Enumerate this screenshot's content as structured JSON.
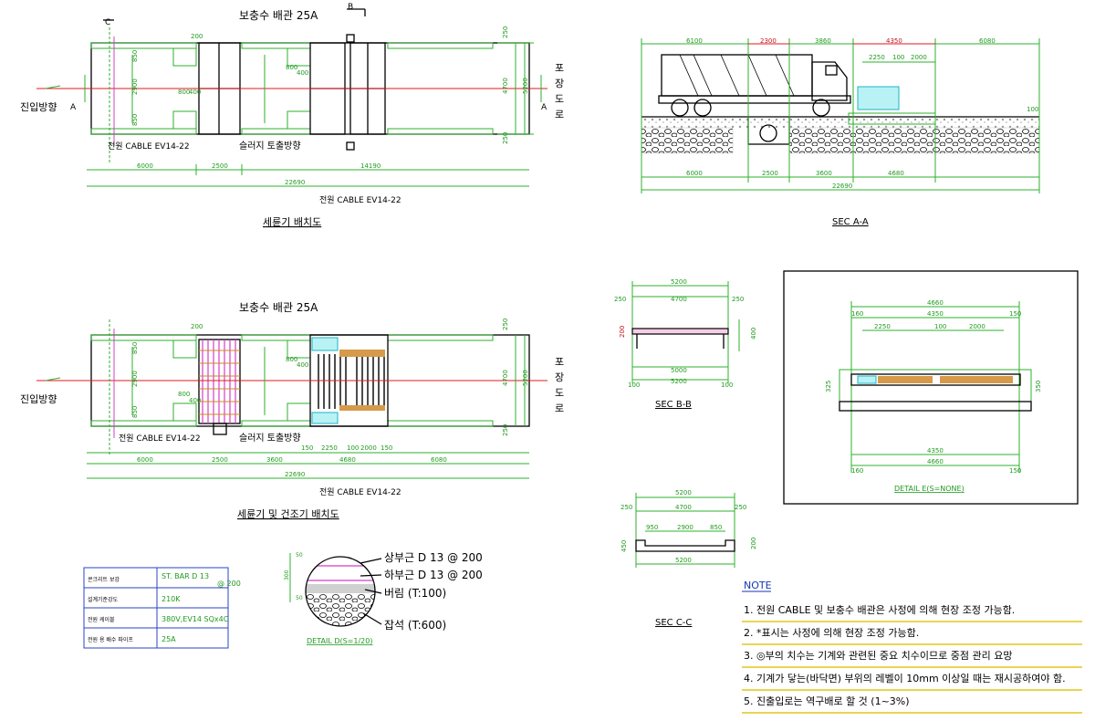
{
  "top_plan": {
    "label_pipe": "보충수 배관 25A",
    "label_entry": "진입방향",
    "label_road": [
      "포",
      "장",
      "도",
      "로"
    ],
    "section_c": "C",
    "section_b": "B",
    "section_a": "A",
    "label_cable": "전원 CABLE EV14-22",
    "label_slurry": "슬러지 토출방향",
    "label_cable_bottom": "전원 CABLE EV14-22",
    "dims_bottom": [
      "6000",
      "2500",
      "14190"
    ],
    "dim_total": "22690",
    "dims_right": [
      "250",
      "4700",
      "5200",
      "250"
    ],
    "dims_mid": [
      "850",
      "2900",
      "850",
      "800",
      "400",
      "800",
      "400",
      "200"
    ],
    "title": "세륜기 배치도"
  },
  "sec_aa": {
    "dims_top": [
      "6100",
      "2300",
      "3860",
      "4350",
      "6080"
    ],
    "dims_sub": [
      "2250",
      "100",
      "2000"
    ],
    "dims_bottom": [
      "6000",
      "2500",
      "3600",
      "4680"
    ],
    "dim_total": "22690",
    "side_label": "100",
    "title": "SEC A-A"
  },
  "second_plan": {
    "label_pipe": "보충수 배관 25A",
    "label_entry": "진입방향",
    "label_road": [
      "포",
      "장",
      "도",
      "로"
    ],
    "label_cable": "전원 CABLE EV14-22",
    "label_slurry": "슬러지 토출방향",
    "label_cable_bottom": "전원 CABLE EV14-22",
    "dims_sub": [
      "150",
      "2250",
      "100",
      "2000",
      "150"
    ],
    "dims_bottom": [
      "6000",
      "2500",
      "3600",
      "4680",
      "6080"
    ],
    "dim_total": "22690",
    "dims_right": [
      "250",
      "4700",
      "5200",
      "250"
    ],
    "dims_mid": [
      "850",
      "2900",
      "850",
      "800",
      "400",
      "800",
      "400",
      "200"
    ],
    "title": "세륜기 및 건조기 배치도"
  },
  "sec_bb": {
    "dims_top": [
      "5200",
      "250",
      "4700",
      "250"
    ],
    "dims_bottom": [
      "5000",
      "5200",
      "100",
      "100"
    ],
    "dims_side": [
      "200",
      "400"
    ],
    "title": "SEC B-B"
  },
  "sec_cc": {
    "dims_top": [
      "5200",
      "250",
      "4700",
      "250"
    ],
    "dims_mid": [
      "950",
      "2900",
      "850"
    ],
    "dims_bottom": [
      "5200"
    ],
    "dims_side": [
      "450",
      "200"
    ],
    "title": "SEC C-C"
  },
  "detail_e": {
    "dims_top": [
      "4660",
      "160",
      "4350",
      "150"
    ],
    "dims_sub": [
      "2250",
      "100",
      "2000"
    ],
    "dims_bottom": [
      "4350",
      "4660",
      "160",
      "150"
    ],
    "dims_side": [
      "325",
      "350"
    ],
    "title": "DETAIL E(S=NONE)"
  },
  "spec_table": {
    "rows": [
      {
        "label": "콘크리트 보강",
        "value": "ST. BAR D 13",
        "extra": "@ 200"
      },
      {
        "label": "설계기준강도",
        "value": "210K",
        "extra": ""
      },
      {
        "label": "전원 케이블",
        "value": "380V,EV14 SQx4C",
        "extra": ""
      },
      {
        "label": "전원 용 배수 파이프",
        "value": "25A",
        "extra": ""
      }
    ]
  },
  "detail_d": {
    "label_upper": "상부근 D 13 @ 200",
    "label_lower": "하부근 D 13 @ 200",
    "label_concrete": "버림 (T:100)",
    "label_gravel": "잡석 (T:600)",
    "dims": [
      "50",
      "300",
      "50"
    ],
    "title": "DETAIL   D(S=1/20)"
  },
  "notes": {
    "heading": "NOTE",
    "items": [
      "1. 전원 CABLE 및 보충수 배관은 사정에 의해 현장 조정 가능함.",
      "2. *표시는 사정에 의해 현장 조정 가능함.",
      "3. ◎부의 치수는 기계와 관련된 중요 치수이므로 중점 관리 요망",
      "4. 기계가 닿는(바닥면) 부위의 레벨이 10mm 이상일 때는 재시공하여야 함.",
      "5. 진출입로는 역구배로 할 것 (1~3%)"
    ]
  },
  "colors": {
    "dimension": "#2db12d",
    "outline": "#000000",
    "centerline": "#e0191f",
    "grate": "#d53cc8",
    "note_underline": "#e2c51b",
    "table_border": "#2a43c8"
  }
}
